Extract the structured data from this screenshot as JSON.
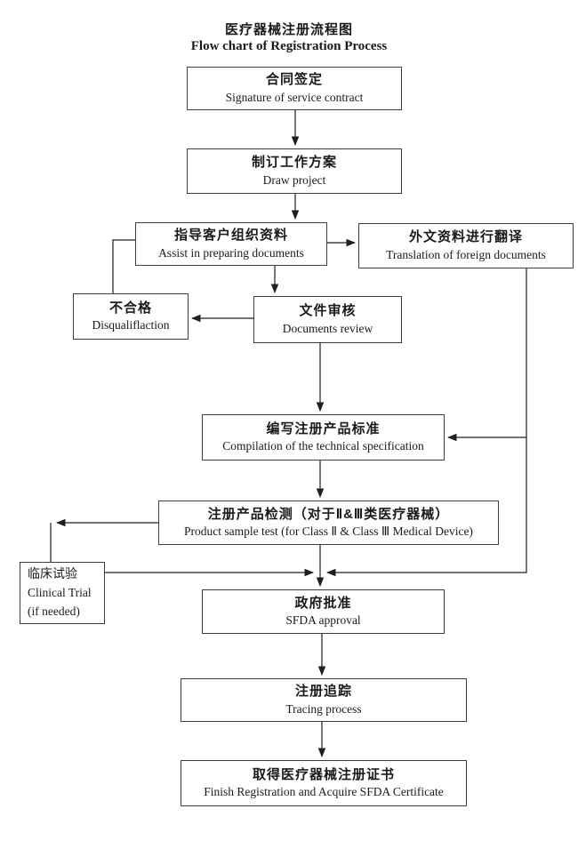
{
  "title": {
    "cn": "医疗器械注册流程图",
    "en": "Flow chart of Registration Process"
  },
  "nodes": {
    "contract": {
      "cn": "合同签定",
      "en": "Signature of service contract"
    },
    "project": {
      "cn": "制订工作方案",
      "en": "Draw project"
    },
    "prepare": {
      "cn": "指导客户组织资料",
      "en": "Assist in preparing documents"
    },
    "translation": {
      "cn": "外文资料进行翻译",
      "en": "Translation of foreign documents"
    },
    "disqualification": {
      "cn": "不合格",
      "en": "Disqualiflaction"
    },
    "review": {
      "cn": "文件审核",
      "en": "Documents review"
    },
    "specification": {
      "cn": "编写注册产品标准",
      "en": "Compilation of the technical specification"
    },
    "sample_test": {
      "cn": "注册产品检测（对于Ⅱ&Ⅲ类医疗器械）",
      "en": "Product sample test (for Class Ⅱ & Class Ⅲ Medical Device)"
    },
    "clinical": {
      "cn": "临床试验",
      "en": "Clinical Trial",
      "note": "(if needed)"
    },
    "approval": {
      "cn": "政府批准",
      "en": "SFDA approval"
    },
    "tracing": {
      "cn": "注册追踪",
      "en": "Tracing process"
    },
    "certificate": {
      "cn": "取得医疗器械注册证书",
      "en": "Finish Registration and Acquire SFDA Certificate"
    }
  },
  "colors": {
    "background": "#ffffff",
    "line": "#1f1f1f",
    "box_border": "#3d3d3d",
    "text": "#1a1a1a"
  }
}
